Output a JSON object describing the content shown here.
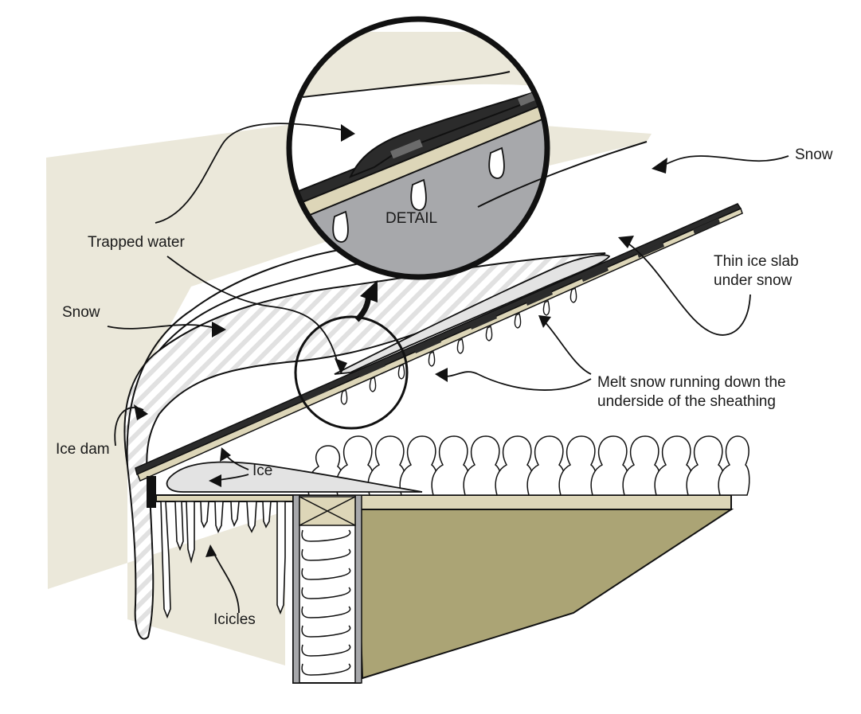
{
  "labels": {
    "snow_right": "Snow",
    "trapped_water": "Trapped water",
    "snow_left": "Snow",
    "ice_dam": "Ice dam",
    "ice": "Ice",
    "icicles": "Icicles",
    "detail": "DETAIL",
    "thin_ice_slab_line1": "Thin ice slab",
    "thin_ice_slab_line2": "under snow",
    "melt_snow_line1": "Melt snow running down the",
    "melt_snow_line2": "underside of the sheathing"
  },
  "colors": {
    "backdrop": "#ebe8da",
    "ceiling_wall": "#aba475",
    "detail_gray": "#a7a8ab",
    "sheathing": "#ddd6b8",
    "shingle": "#2b2b2b",
    "ice_fill": "#e3e3e3",
    "outline": "#111111"
  }
}
